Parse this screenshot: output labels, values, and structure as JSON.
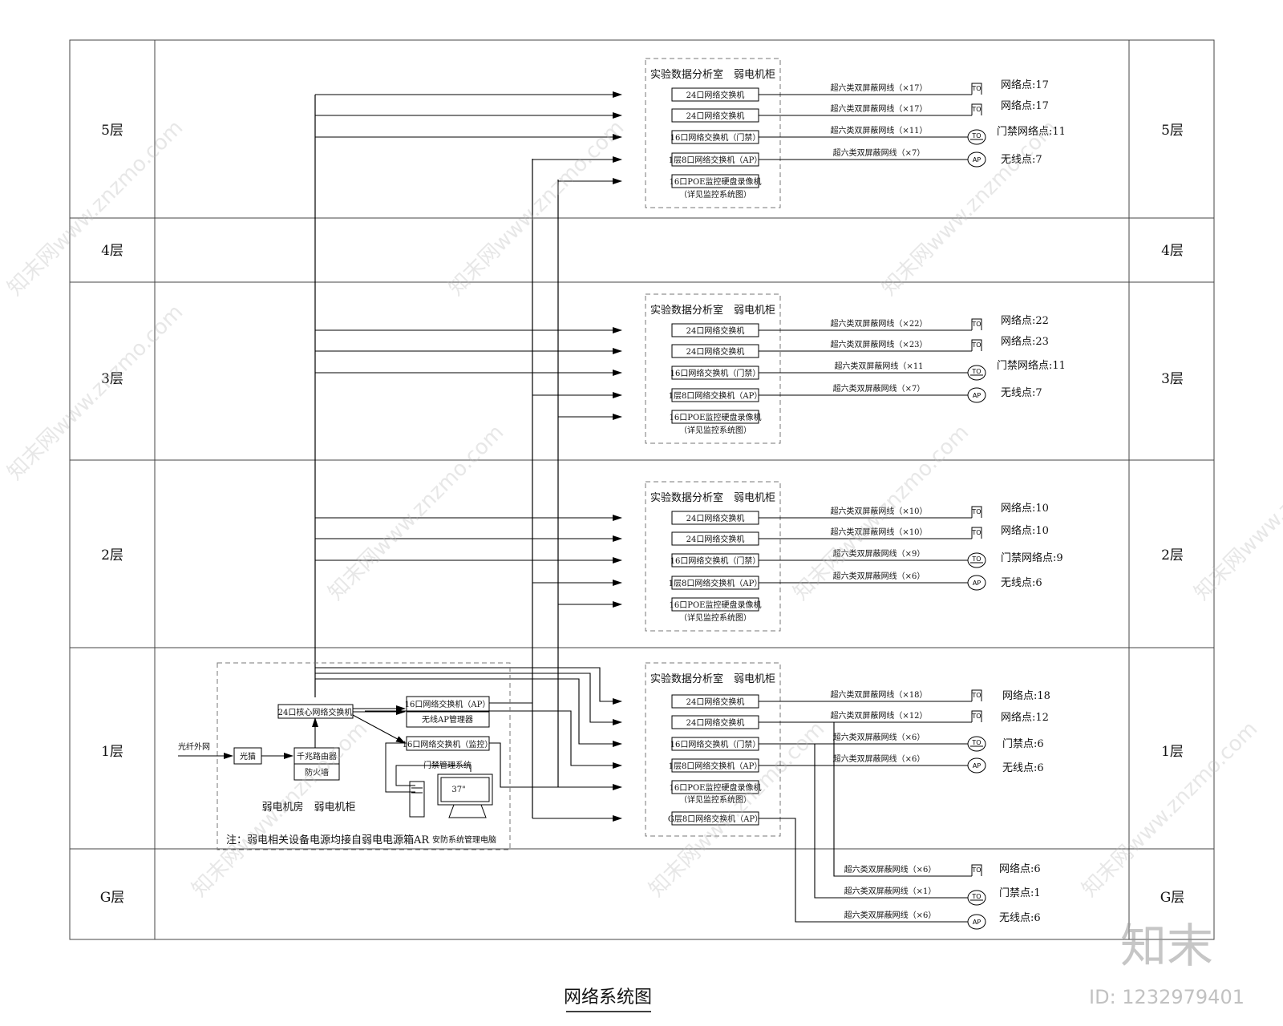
{
  "title": "网络系统图",
  "floors": [
    "5层",
    "4层",
    "3层",
    "2层",
    "1层",
    "G层"
  ],
  "cabinet_title": "实验数据分析室　弱电机柜",
  "labels": {
    "sw24": "24口网络交换机",
    "sw16door": "16口网络交换机（门禁）",
    "sw8ap": "1层8口网络交换机（AP）",
    "nvr": "16口POE监控硬盘录像机",
    "nvr_note": "（详见监控系统图）",
    "swG": "G层8口网络交换机（AP）",
    "core": "24口核心网络交换机",
    "sw16ap": "16口网络交换机（AP）",
    "ap_mgr": "无线AP管理器",
    "sw16mon": "16口网络交换机（监控）",
    "door_sys": "门禁管理系统",
    "fiber": "光纤外网",
    "modem": "光猫",
    "router": "千兆路由器",
    "firewall": "防火墙",
    "room": "弱电机房　弱电机柜",
    "note": "注：弱电相关设备电源均接自弱电电源箱AR",
    "pc": "安防系统管理电脑",
    "monitor": "37\"",
    "to": "TO",
    "ap": "AP"
  },
  "floor5": {
    "cables": [
      "超六类双屏蔽网线（×17）",
      "超六类双屏蔽网线（×17）",
      "超六类双屏蔽网线（×11）",
      "超六类双屏蔽网线（×7）"
    ],
    "points": [
      "网络点:17",
      "网络点:17",
      "门禁网络点:11",
      "无线点:7"
    ]
  },
  "floor3": {
    "cables": [
      "超六类双屏蔽网线（×22）",
      "超六类双屏蔽网线（×23）",
      "超六类双屏蔽网线（×11",
      "超六类双屏蔽网线（×7）"
    ],
    "points": [
      "网络点:22",
      "网络点:23",
      "门禁网络点:11",
      "无线点:7"
    ]
  },
  "floor2": {
    "cables": [
      "超六类双屏蔽网线（×10）",
      "超六类双屏蔽网线（×10）",
      "超六类双屏蔽网线（×9）",
      "超六类双屏蔽网线（×6）"
    ],
    "points": [
      "网络点:10",
      "网络点:10",
      "门禁网络点:9",
      "无线点:6"
    ]
  },
  "floor1": {
    "cables": [
      "超六类双屏蔽网线（×18）",
      "超六类双屏蔽网线（×12）",
      "超六类双屏蔽网线（×6）",
      "超六类双屏蔽网线（×6）"
    ],
    "points": [
      "网络点:18",
      "网络点:12",
      "门禁点:6",
      "无线点:6"
    ]
  },
  "floorG": {
    "cables": [
      "超六类双屏蔽网线（×6）",
      "超六类双屏蔽网线（×1）",
      "超六类双屏蔽网线（×6）"
    ],
    "points": [
      "网络点:6",
      "门禁点:1",
      "无线点:6"
    ]
  },
  "watermark": {
    "brand": "知末",
    "id": "ID: 1232979401",
    "site": "知末网www.znzmo.com"
  }
}
